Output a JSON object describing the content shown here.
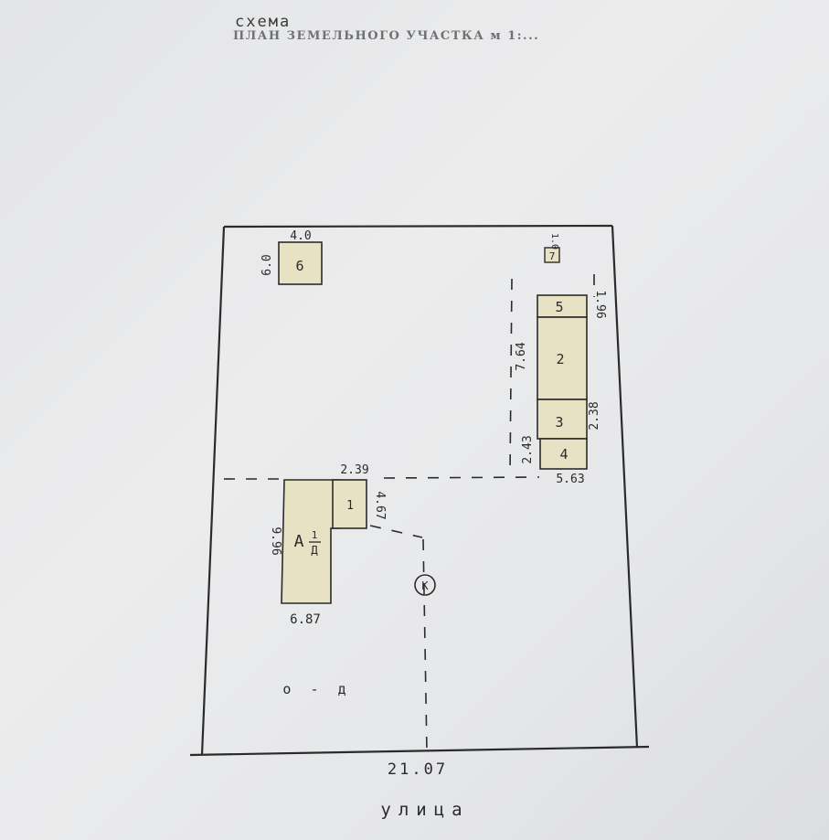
{
  "document": {
    "handwritten_title": "схема",
    "printed_title": "ПЛАН ЗЕМЕЛЬНОГО УЧАСТКА м 1:..."
  },
  "plot": {
    "frontage": "21.07",
    "street": "улица",
    "yard_label": "о - д"
  },
  "buildings": {
    "b6": {
      "label": "6",
      "width": "4.0",
      "depth": "6.0"
    },
    "b7": {
      "label": "7",
      "dim": "1.0"
    },
    "b5": {
      "label": "5",
      "dim": "1.96"
    },
    "b2": {
      "label": "2",
      "dim": "7.64"
    },
    "b3": {
      "label": "3",
      "dim": "2.38"
    },
    "b4": {
      "label": "4",
      "dim": "2.43",
      "width": "5.63"
    },
    "bA": {
      "label_main": "А",
      "label_num": "1",
      "label_den": "Д",
      "width": "6.87",
      "depth": "9.96"
    },
    "b1": {
      "label": "1",
      "width": "2.39",
      "depth": "4.67"
    }
  },
  "well": {
    "label": "К"
  }
}
